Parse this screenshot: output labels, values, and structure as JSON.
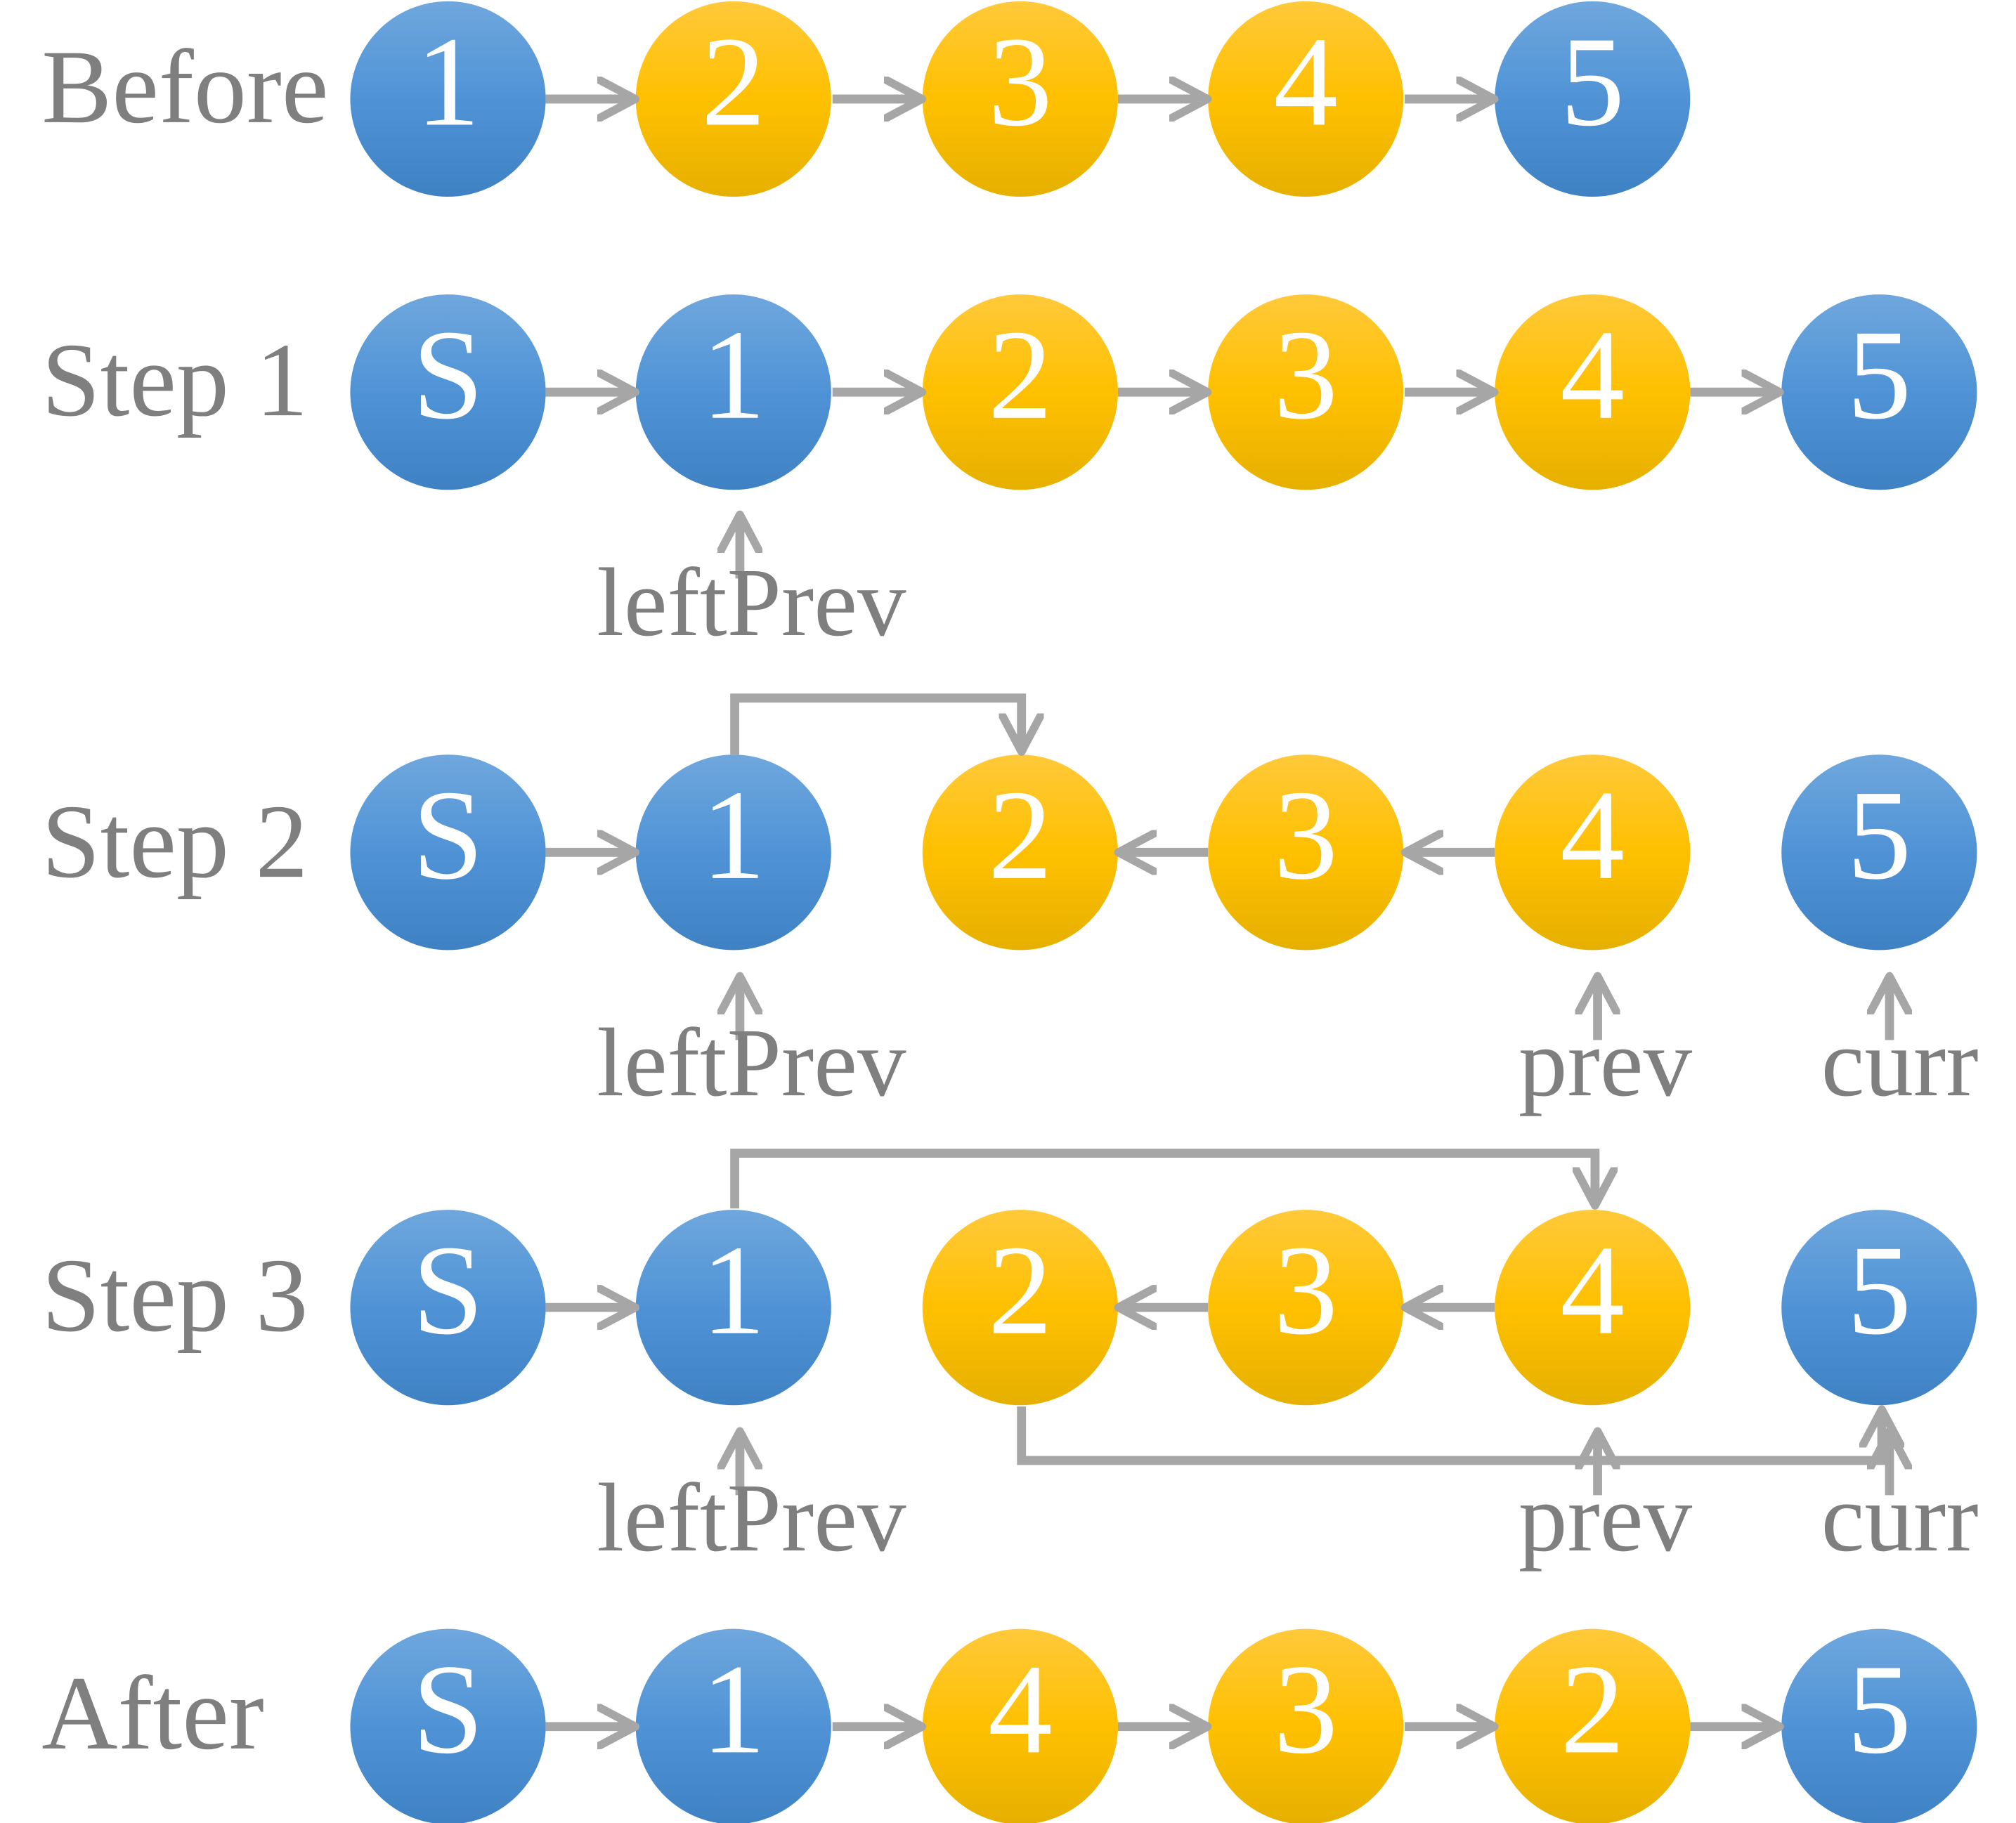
{
  "rows": [
    {
      "label": "Before",
      "nodes": [
        {
          "text": "1",
          "color": "blue"
        },
        {
          "text": "2",
          "color": "yellow"
        },
        {
          "text": "3",
          "color": "yellow"
        },
        {
          "text": "4",
          "color": "yellow"
        },
        {
          "text": "5",
          "color": "blue"
        }
      ]
    },
    {
      "label": "Step 1",
      "nodes": [
        {
          "text": "S",
          "color": "blue"
        },
        {
          "text": "1",
          "color": "blue"
        },
        {
          "text": "2",
          "color": "yellow"
        },
        {
          "text": "3",
          "color": "yellow"
        },
        {
          "text": "4",
          "color": "yellow"
        },
        {
          "text": "5",
          "color": "blue"
        }
      ]
    },
    {
      "label": "Step 2",
      "nodes": [
        {
          "text": "S",
          "color": "blue"
        },
        {
          "text": "1",
          "color": "blue"
        },
        {
          "text": "2",
          "color": "yellow"
        },
        {
          "text": "3",
          "color": "yellow"
        },
        {
          "text": "4",
          "color": "yellow"
        },
        {
          "text": "5",
          "color": "blue"
        }
      ]
    },
    {
      "label": "Step 3",
      "nodes": [
        {
          "text": "S",
          "color": "blue"
        },
        {
          "text": "1",
          "color": "blue"
        },
        {
          "text": "2",
          "color": "yellow"
        },
        {
          "text": "3",
          "color": "yellow"
        },
        {
          "text": "4",
          "color": "yellow"
        },
        {
          "text": "5",
          "color": "blue"
        }
      ]
    },
    {
      "label": "After",
      "nodes": [
        {
          "text": "S",
          "color": "blue"
        },
        {
          "text": "1",
          "color": "blue"
        },
        {
          "text": "4",
          "color": "yellow"
        },
        {
          "text": "3",
          "color": "yellow"
        },
        {
          "text": "2",
          "color": "yellow"
        },
        {
          "text": "5",
          "color": "blue"
        }
      ]
    }
  ],
  "pointers": {
    "step1": [
      "leftPrev"
    ],
    "step2": [
      "leftPrev",
      "prev",
      "curr"
    ],
    "step3": [
      "leftPrev",
      "prev",
      "curr"
    ]
  },
  "colors": {
    "blue_top": "#6fa7dd",
    "blue_mid": "#4f93d6",
    "blue_bottom": "#3f82c4",
    "yellow_top": "#ffc93a",
    "yellow_mid": "#ffc000",
    "yellow_bottom": "#e6b000",
    "arrow": "#a6a6a6",
    "label": "#7f7f7f",
    "node_text": "#ffffff"
  }
}
